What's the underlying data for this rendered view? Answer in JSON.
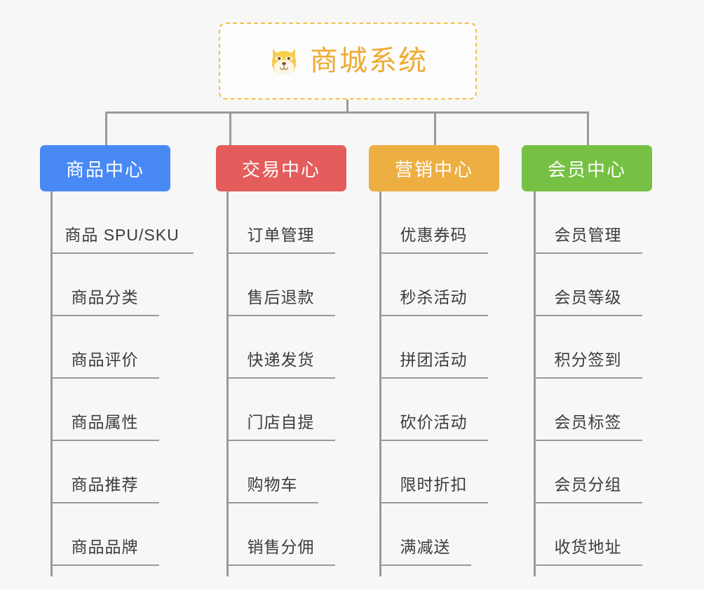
{
  "chart_data": {
    "type": "diagram",
    "diagram_kind": "organization-tree",
    "title": "商城系统",
    "background_color": "#f7f7f7",
    "connector_color": "#9a9a9a",
    "root": {
      "label": "商城系统",
      "icon": "shiba-dog-face-icon",
      "text_color": "#eeab33",
      "border_color": "#f2c14a",
      "border_style": "dashed",
      "fill_color": "#fdfdfd"
    },
    "branches": [
      {
        "label": "商品中心",
        "color": "#4989f5",
        "items": [
          "商品 SPU/SKU",
          "商品分类",
          "商品评价",
          "商品属性",
          "商品推荐",
          "商品品牌"
        ]
      },
      {
        "label": "交易中心",
        "color": "#e45c5c",
        "items": [
          "订单管理",
          "售后退款",
          "快递发货",
          "门店自提",
          "购物车",
          "销售分佣"
        ]
      },
      {
        "label": "营销中心",
        "color": "#edae42",
        "items": [
          "优惠券码",
          "秒杀活动",
          "拼团活动",
          "砍价活动",
          "限时折扣",
          "满减送"
        ]
      },
      {
        "label": "会员中心",
        "color": "#76c043",
        "items": [
          "会员管理",
          "会员等级",
          "积分签到",
          "会员标签",
          "会员分组",
          "收货地址"
        ]
      }
    ]
  }
}
